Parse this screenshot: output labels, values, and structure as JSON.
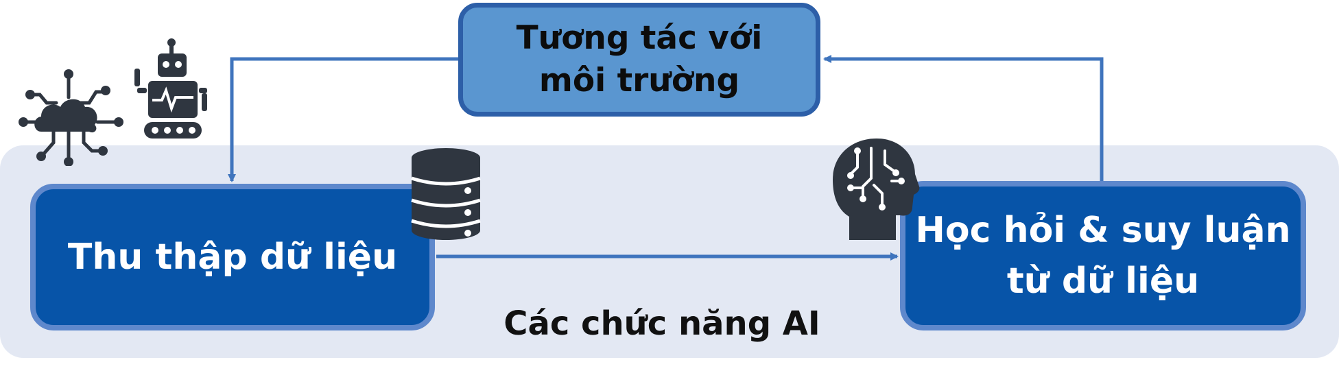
{
  "diagram": {
    "interaction_box": {
      "label_line1": "Tương tác với",
      "label_line2": "môi trường"
    },
    "collect_box": {
      "label": "Thu thập dữ liệu"
    },
    "learn_box": {
      "label_line1": "Học hỏi & suy luận",
      "label_line2": "từ dữ liệu"
    },
    "group_caption": "Các chức năng AI"
  },
  "icons": [
    "iot-cloud-icon",
    "robot-icon",
    "database-icon",
    "brain-head-icon"
  ],
  "colors": {
    "box_dark_blue": "#0754a8",
    "box_light_blue": "#5a96d0",
    "arrow_blue": "#3f74bd",
    "group_background": "#e3e8f3",
    "icon_dark": "#2f3640"
  }
}
